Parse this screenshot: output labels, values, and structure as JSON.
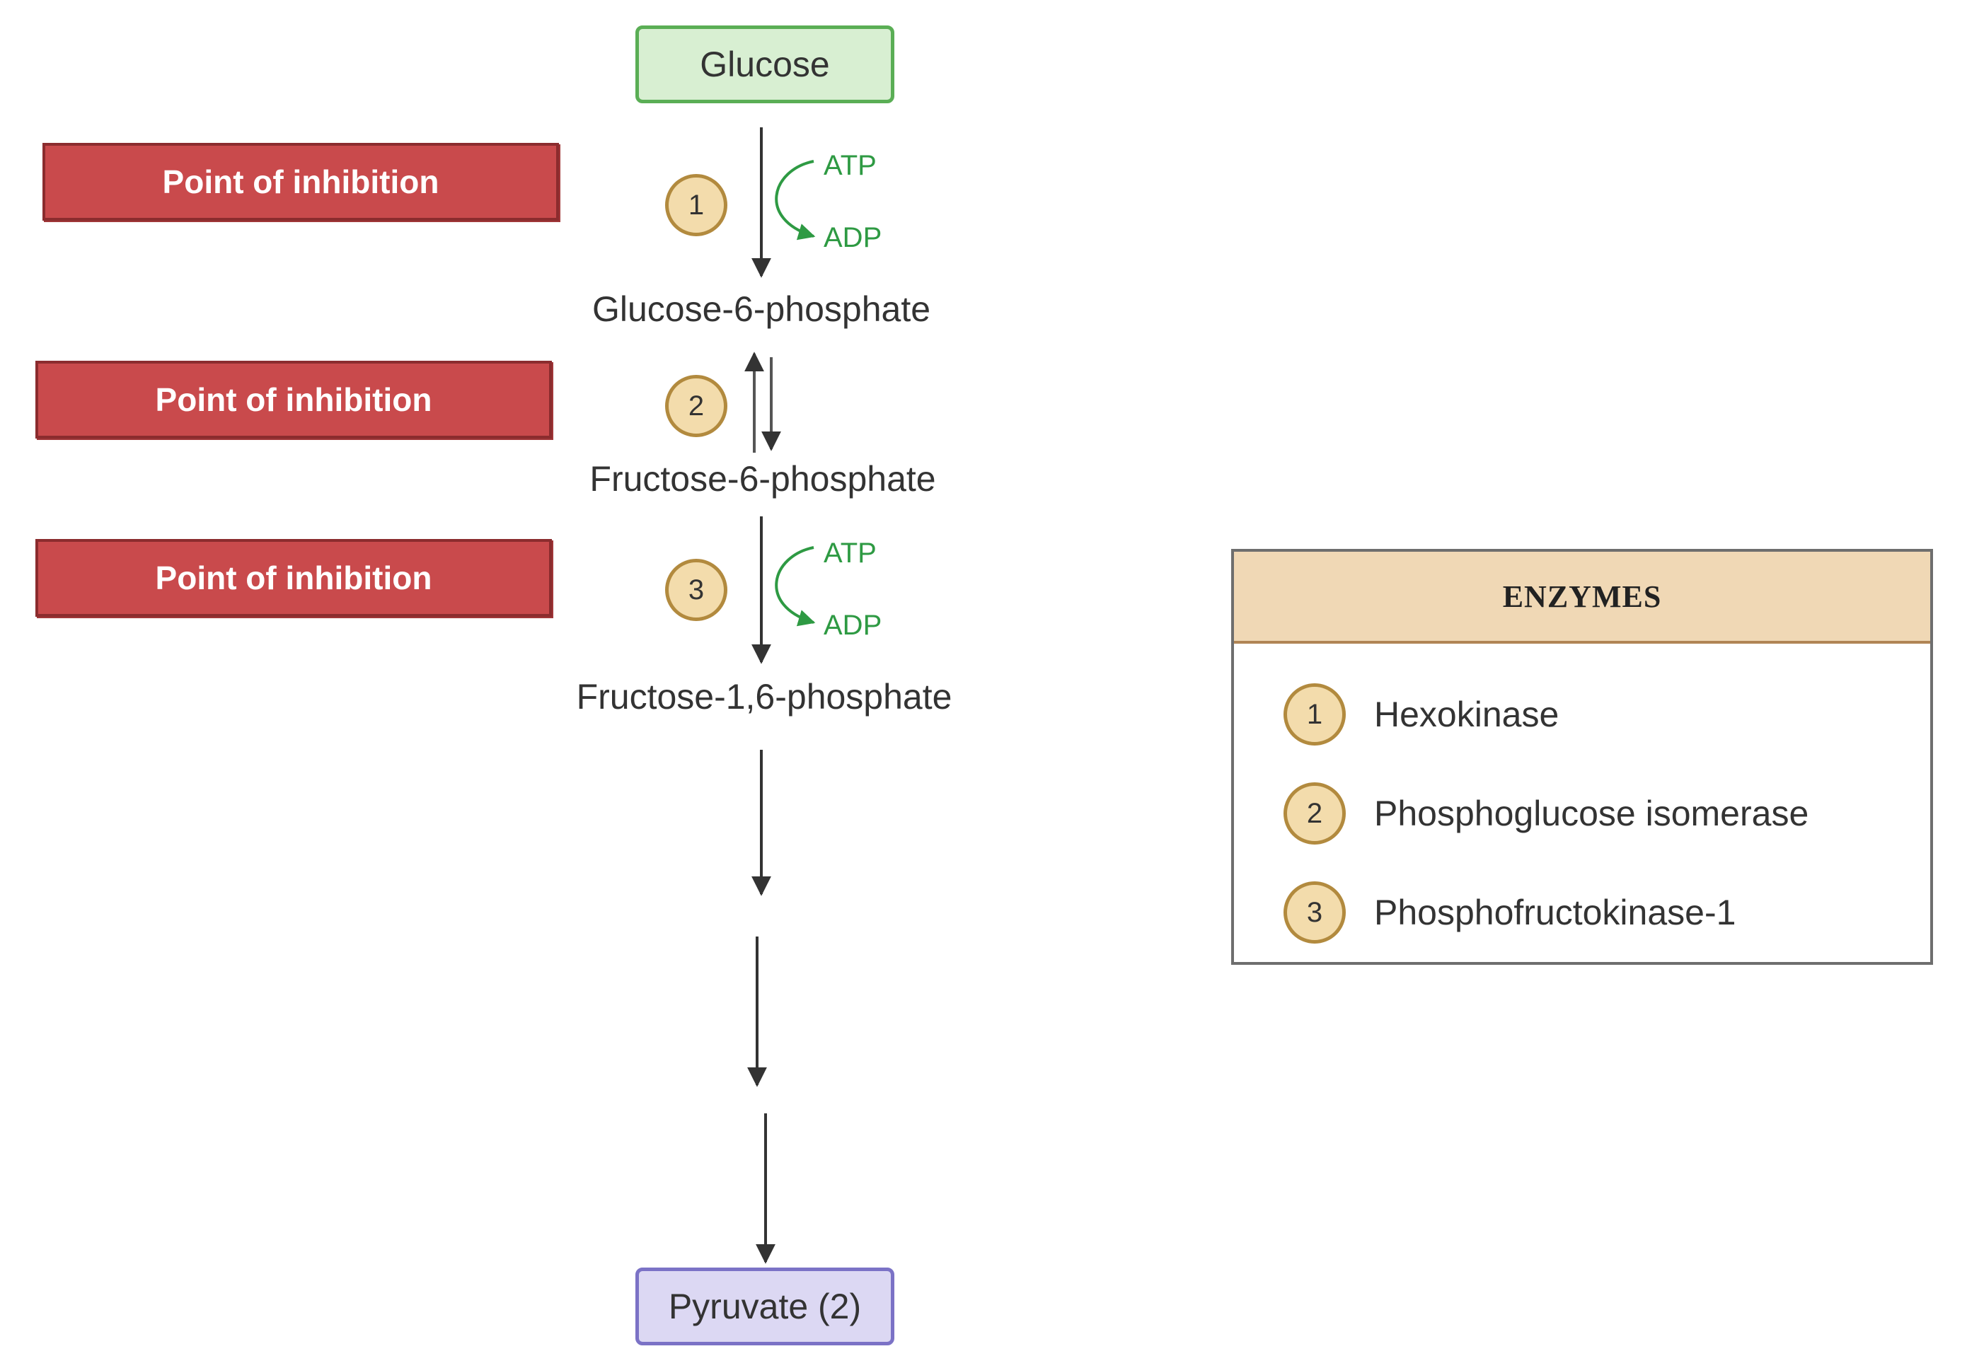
{
  "metabolites": {
    "start": "Glucose",
    "g6p": "Glucose-6-phosphate",
    "f6p": "Fructose-6-phosphate",
    "f16p": "Fructose-1,6-phosphate",
    "end": "Pyruvate (2)"
  },
  "steps": [
    {
      "number": "1",
      "inhibition_label": "Point of inhibition",
      "cofactor_in": "ATP",
      "cofactor_out": "ADP"
    },
    {
      "number": "2",
      "inhibition_label": "Point of inhibition"
    },
    {
      "number": "3",
      "inhibition_label": "Point of inhibition",
      "cofactor_in": "ATP",
      "cofactor_out": "ADP"
    }
  ],
  "legend": {
    "title": "ENZYMES",
    "items": [
      {
        "number": "1",
        "name": "Hexokinase"
      },
      {
        "number": "2",
        "name": "Phosphoglucose isomerase"
      },
      {
        "number": "3",
        "name": "Phosphofructokinase-1"
      }
    ]
  },
  "colors": {
    "inhibition_fill": "#c94a4c",
    "cofactor_green": "#2e9a43",
    "start_fill": "#d8efd2",
    "end_fill": "#dcd8f3",
    "badge_fill": "#f3dcac",
    "legend_header_fill": "#f0d8b5"
  }
}
